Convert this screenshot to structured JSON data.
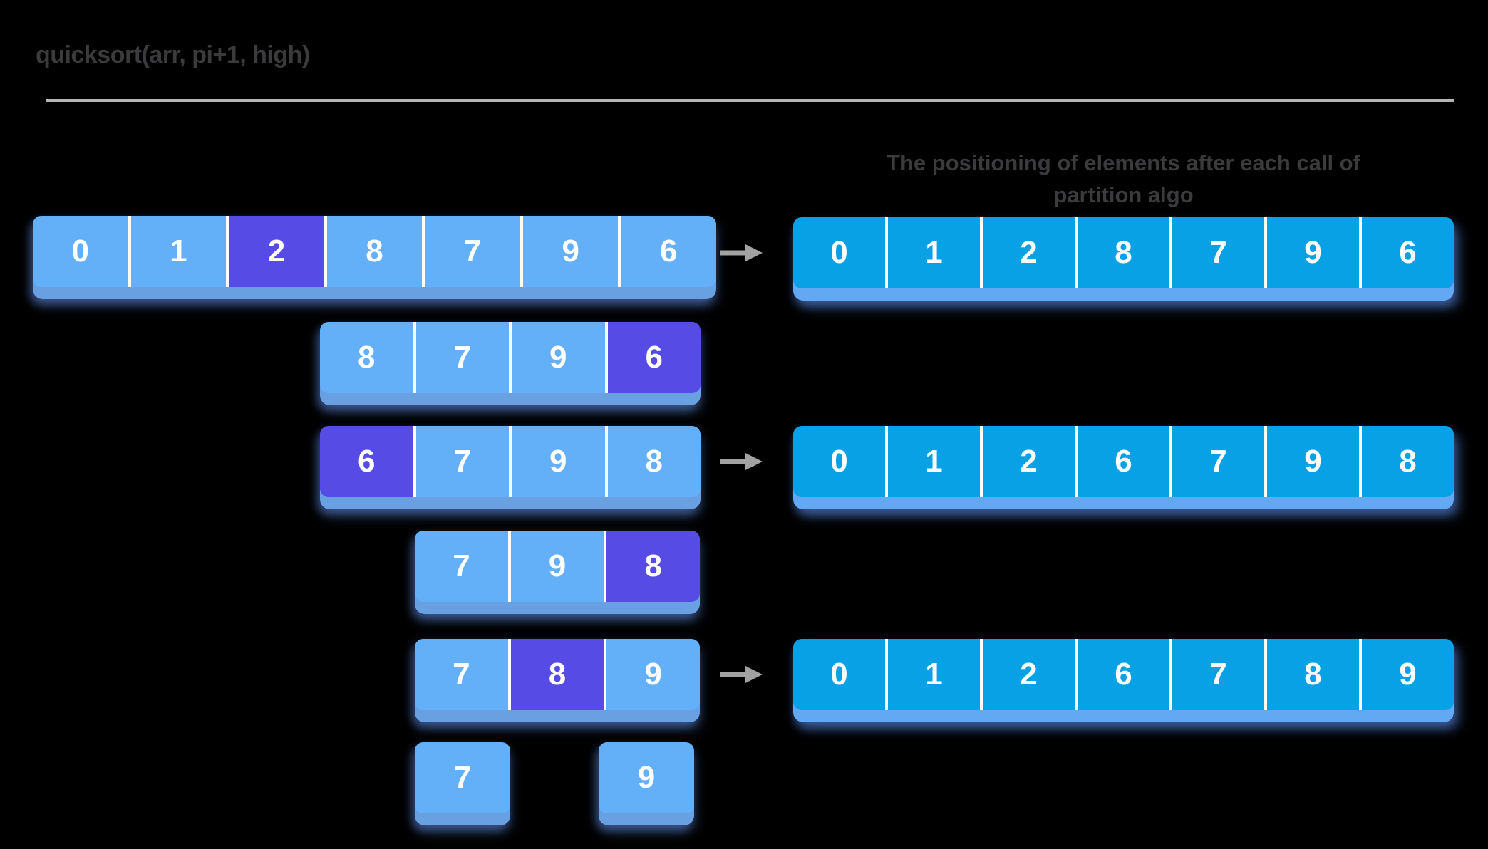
{
  "title": "quicksort(arr, pi+1, high)",
  "right_header": {
    "lines": [
      "The positioning of elements after each call of",
      "partition algo"
    ]
  },
  "colors": {
    "background": "#000000",
    "title_text": "#3b3b3d",
    "divider": "#b5b5b5",
    "cell_light": "#64b0f8",
    "cell_pivot": "#574be6",
    "cell_result": "#08a1e6",
    "shadow_light": "#68a0e2",
    "shadow_result": "#62a8f2",
    "cell_text": "#ffffff",
    "arrow": "#a2a2a2"
  },
  "left_rows": [
    {
      "step": 1,
      "values": [
        "0",
        "1",
        "2",
        "8",
        "7",
        "9",
        "6"
      ],
      "pivot_index": 2,
      "pivot_value": "2"
    },
    {
      "step": 2,
      "values": [
        "8",
        "7",
        "9",
        "6"
      ],
      "pivot_index": 3,
      "pivot_value": "6"
    },
    {
      "step": 3,
      "values": [
        "6",
        "7",
        "9",
        "8"
      ],
      "pivot_index": 0,
      "pivot_value": "6"
    },
    {
      "step": 4,
      "values": [
        "7",
        "9",
        "8"
      ],
      "pivot_index": 2,
      "pivot_value": "8"
    },
    {
      "step": 5,
      "values": [
        "7",
        "8",
        "9"
      ],
      "pivot_index": 1,
      "pivot_value": "8"
    },
    {
      "step": 6,
      "values": [
        "7"
      ],
      "pivot_index": null,
      "pivot_value": null
    },
    {
      "step": 7,
      "values": [
        "9"
      ],
      "pivot_index": null,
      "pivot_value": null
    }
  ],
  "right_rows": [
    {
      "values": [
        "0",
        "1",
        "2",
        "8",
        "7",
        "9",
        "6"
      ]
    },
    {
      "values": [
        "0",
        "1",
        "2",
        "6",
        "7",
        "9",
        "8"
      ]
    },
    {
      "values": [
        "0",
        "1",
        "2",
        "6",
        "7",
        "8",
        "9"
      ]
    }
  ],
  "arrow_glyph": "right-arrow"
}
